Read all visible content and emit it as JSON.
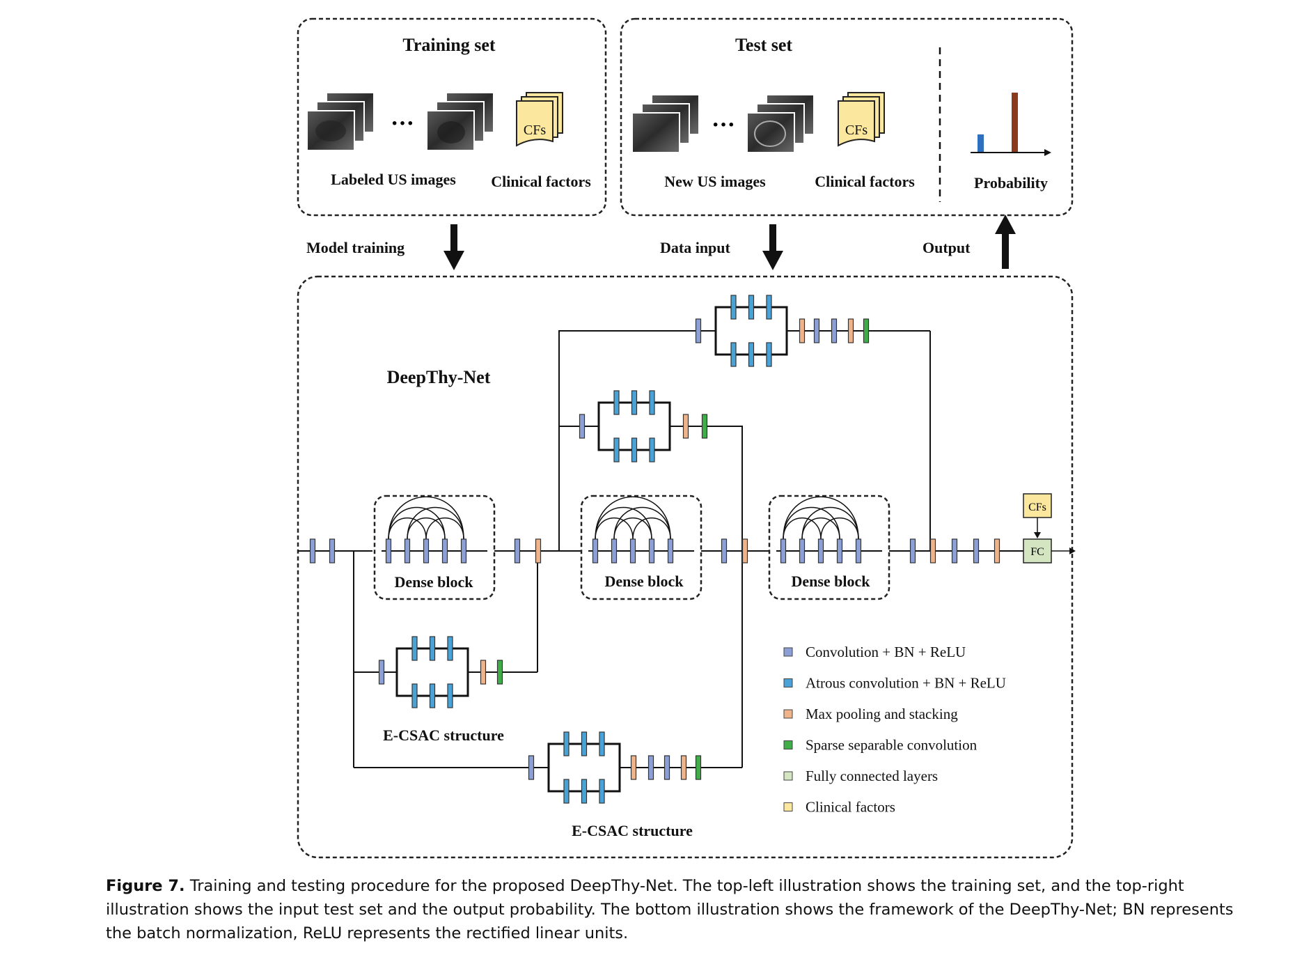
{
  "top": {
    "training_set": {
      "title": "Training set",
      "images_label": "Labeled US images",
      "cf_label": "Clinical factors",
      "cf_tag": "CFs",
      "ellipsis": "···"
    },
    "test_set": {
      "title": "Test set",
      "images_label": "New US images",
      "cf_label": "Clinical factors",
      "cf_tag": "CFs",
      "probability_label": "Probability",
      "ellipsis": "···",
      "probability_values": [
        0.25,
        0.85
      ]
    }
  },
  "arrows": {
    "model_training": "Model training",
    "data_input": "Data input",
    "output": "Output"
  },
  "network": {
    "title": "DeepThy-Net",
    "dense_block_label": "Dense block",
    "ecsac_label": "E-CSAC structure",
    "cf_box": "CFs",
    "fc_box": "FC"
  },
  "legend": [
    {
      "color": "#8c9fd6",
      "label": "Convolution + BN + ReLU"
    },
    {
      "color": "#4aa3d8",
      "label": "Atrous convolution + BN + ReLU"
    },
    {
      "color": "#f0b48a",
      "label": "Max pooling and stacking"
    },
    {
      "color": "#3fae49",
      "label": "Sparse separable convolution"
    },
    {
      "color": "#d3e6c1",
      "label": "Fully connected layers"
    },
    {
      "color": "#fbe79d",
      "label": "Clinical factors"
    }
  ],
  "colors": {
    "conv": "#8c9fd6",
    "atrous": "#4aa3d8",
    "pool": "#f0b48a",
    "sparse": "#3fae49",
    "fc": "#d3e6c1",
    "cf": "#fbe79d",
    "prob_low": "#2f6fbf",
    "prob_high": "#8b3a1e"
  },
  "caption": {
    "lead": "Figure 7.",
    "text": "Training and testing procedure for the proposed DeepThy-Net. The top-left illustration shows the training set, and the top-right illustration shows the input test set and the output probability. The bottom illustration shows the framework of the DeepThy-Net; BN represents the batch normalization, ReLU represents the rectified linear units."
  }
}
